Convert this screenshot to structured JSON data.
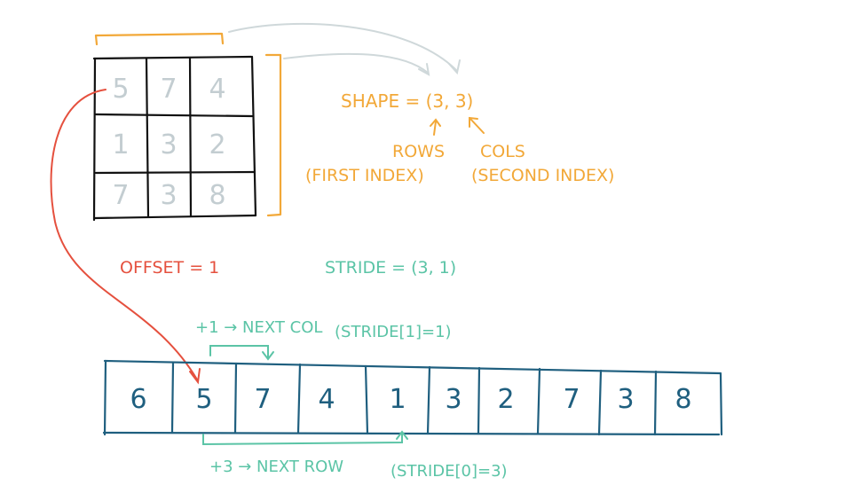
{
  "colors": {
    "ink": "#111111",
    "matrix_digit": "#c3cdd1",
    "orange": "#f2a838",
    "red": "#e5503e",
    "teal": "#5bc4a6",
    "blue": "#1f5f7f",
    "gray_arrow": "#cfd8da"
  },
  "matrix": {
    "rows": [
      [
        "5",
        "7",
        "4"
      ],
      [
        "1",
        "3",
        "2"
      ],
      [
        "7",
        "3",
        "8"
      ]
    ]
  },
  "shape": {
    "text": "SHAPE = (3, 3)",
    "rows_label": "ROWS",
    "rows_sub": "(FIRST INDEX)",
    "cols_label": "COLS",
    "cols_sub": "(SECOND INDEX)"
  },
  "offset": {
    "text": "OFFSET = 1"
  },
  "stride": {
    "text": "STRIDE = (3, 1)"
  },
  "next_col": {
    "label": "+1 → NEXT COL",
    "note": "(STRIDE[1]=1)"
  },
  "next_row": {
    "label": "+3 → NEXT ROW",
    "note": "(STRIDE[0]=3)"
  },
  "storage": {
    "values": [
      "6",
      "5",
      "7",
      "4",
      "1",
      "3",
      "2",
      "7",
      "3",
      "8"
    ]
  }
}
